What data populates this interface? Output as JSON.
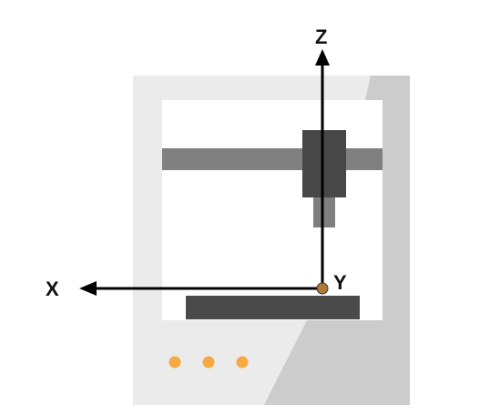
{
  "axes": {
    "x_label": "X",
    "y_label": "Y",
    "z_label": "Z"
  },
  "colors": {
    "frame": "#ebebeb",
    "frame_shadow": "#cccccc",
    "interior": "#ffffff",
    "gantry_bar": "#808080",
    "print_head": "#474747",
    "nozzle": "#7f7f7f",
    "bed": "#4a4a4a",
    "indicator_lights": "#f7a943",
    "origin_marker": "#b07a3a",
    "axis_line": "#000000"
  },
  "indicator_lights": [
    {
      "name": "light-1"
    },
    {
      "name": "light-2"
    },
    {
      "name": "light-3"
    }
  ]
}
